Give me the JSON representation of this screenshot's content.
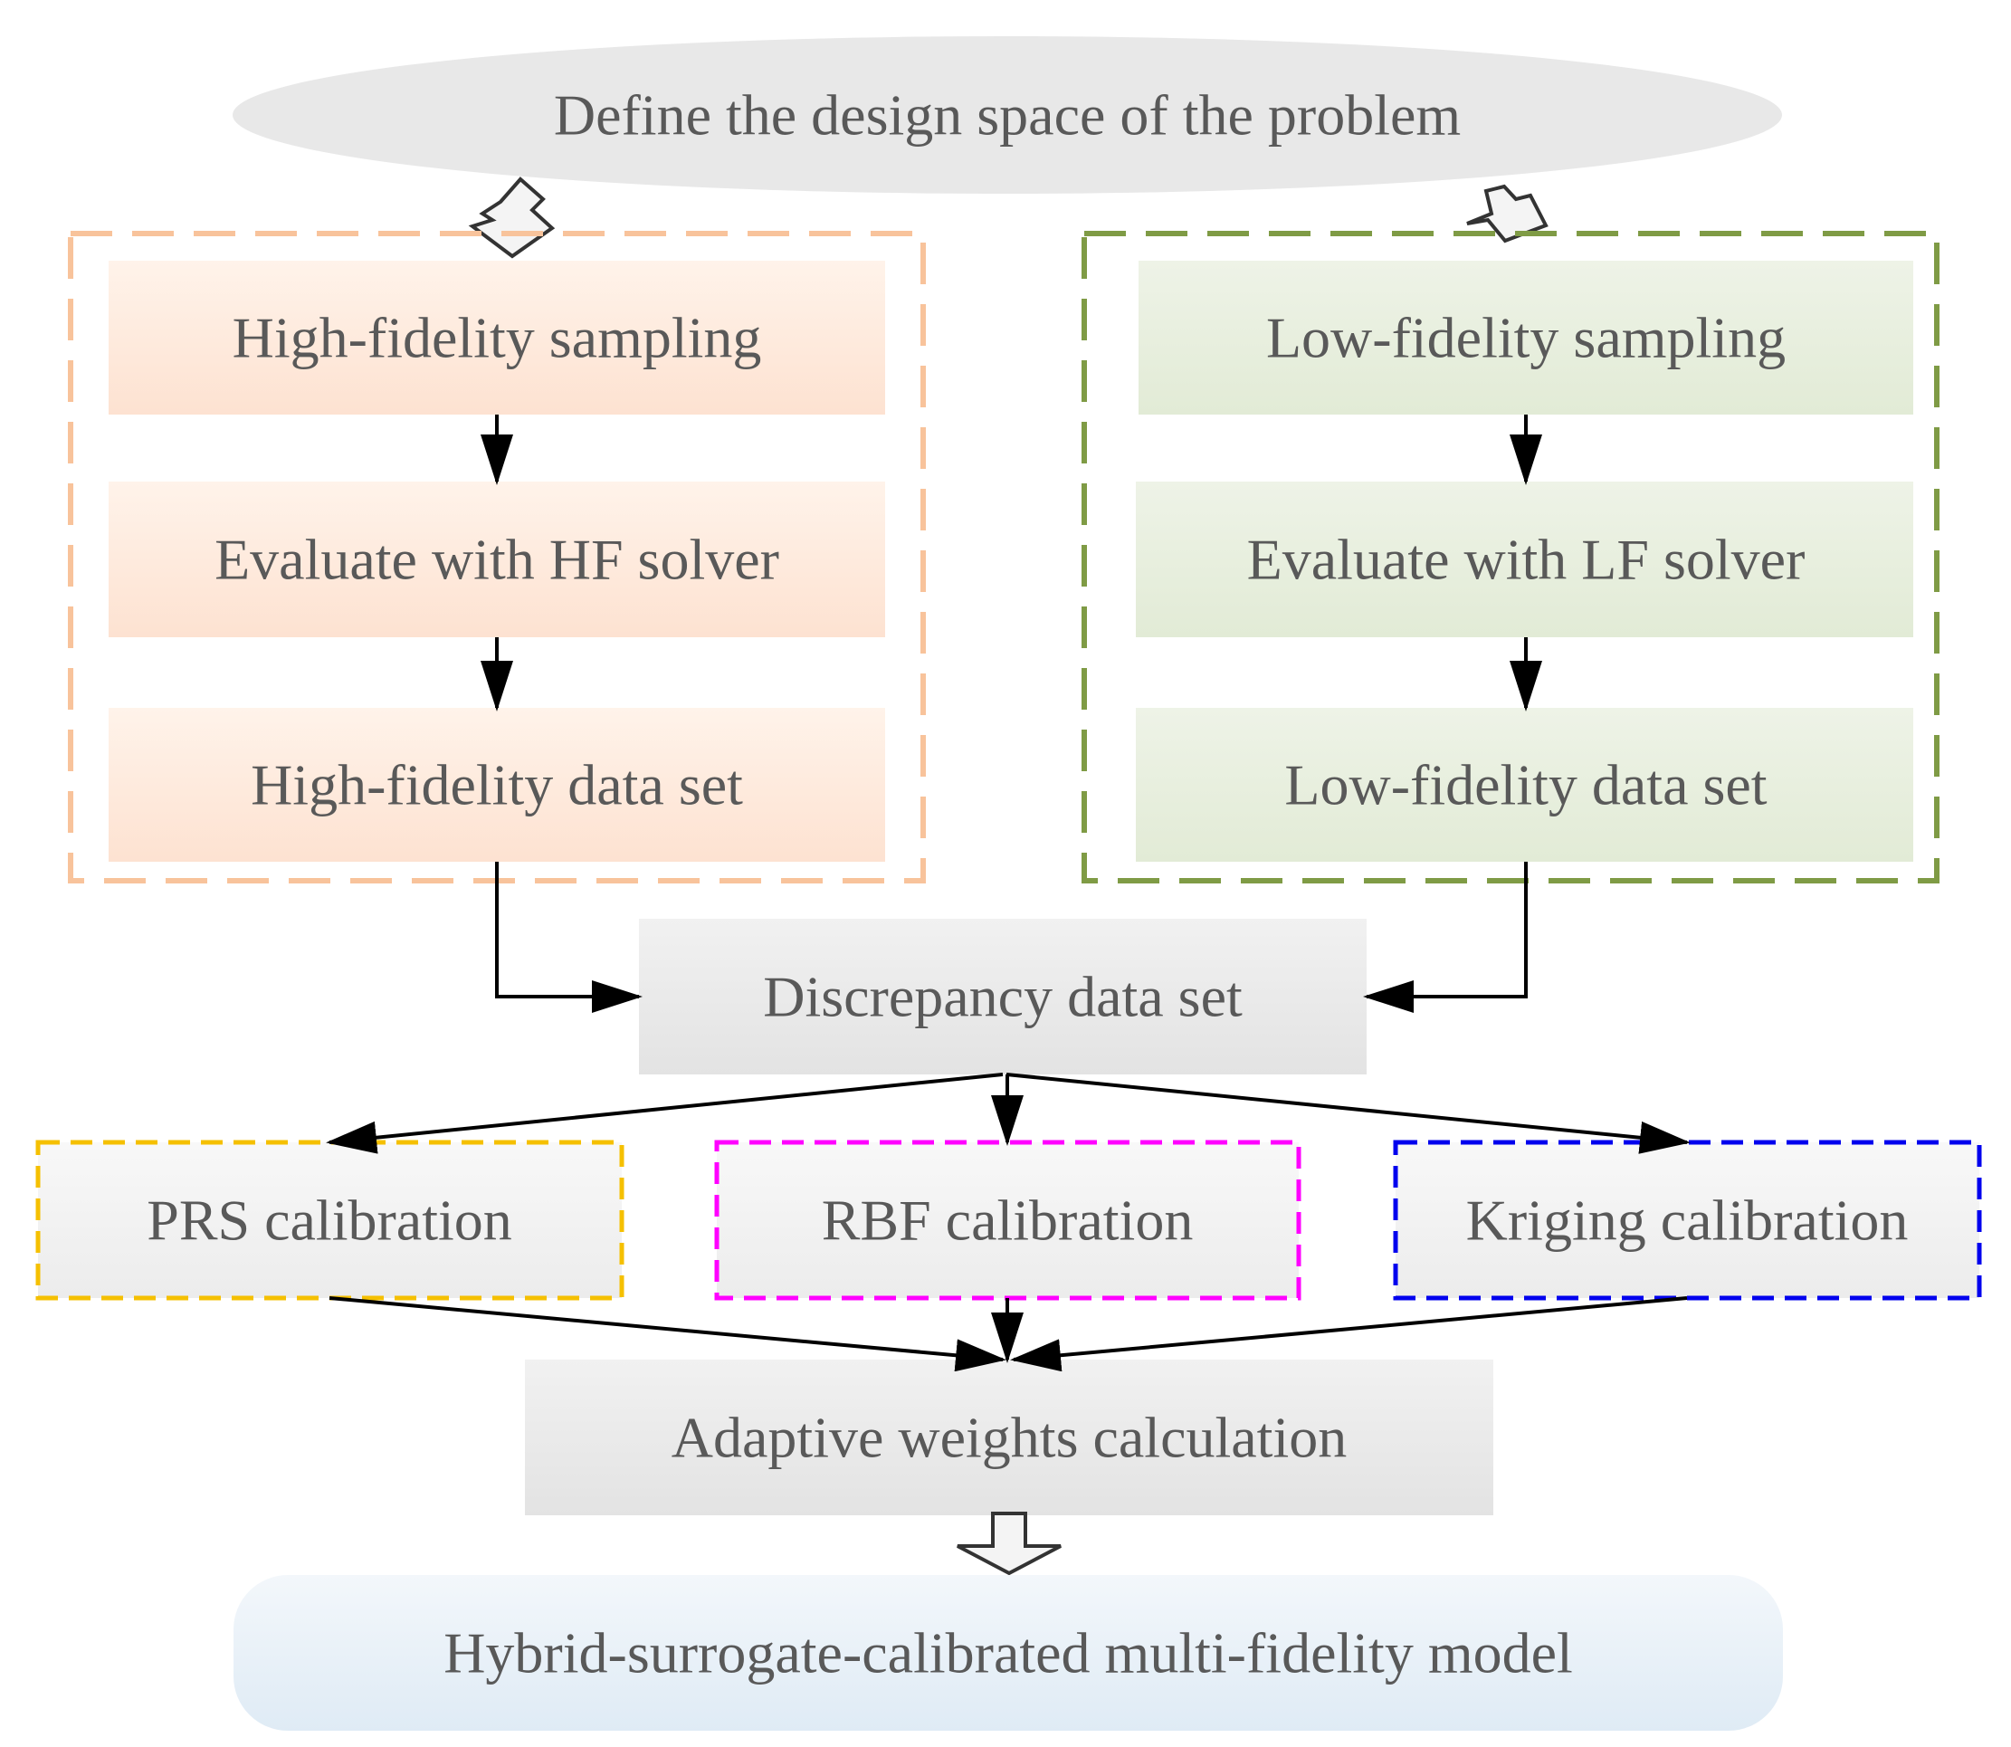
{
  "nodes": {
    "start": "Define the design space of the  problem",
    "hf_sampling": "High-fidelity sampling",
    "hf_eval": "Evaluate with HF solver",
    "hf_data": "High-fidelity data set",
    "lf_sampling": "Low-fidelity sampling",
    "lf_eval": "Evaluate with LF solver",
    "lf_data": "Low-fidelity data set",
    "discrepancy": "Discrepancy data set",
    "prs": "PRS calibration",
    "rbf": "RBF calibration",
    "kriging": "Kriging calibration",
    "weights": "Adaptive weights calculation",
    "final": "Hybrid-surrogate-calibrated multi-fidelity model"
  },
  "colors": {
    "hf_group_border": "#f8c39b",
    "lf_group_border": "#7f9b45",
    "prs_border": "#f5c000",
    "rbf_border": "#ff00ff",
    "kriging_border": "#0000ee",
    "hf_fill": "#fde3d3",
    "lf_fill": "#e4ecd9",
    "gray_fill": "#e6e6e6",
    "final_fill": "#e3eef7",
    "text": "#595959",
    "arrow": "#000000"
  }
}
